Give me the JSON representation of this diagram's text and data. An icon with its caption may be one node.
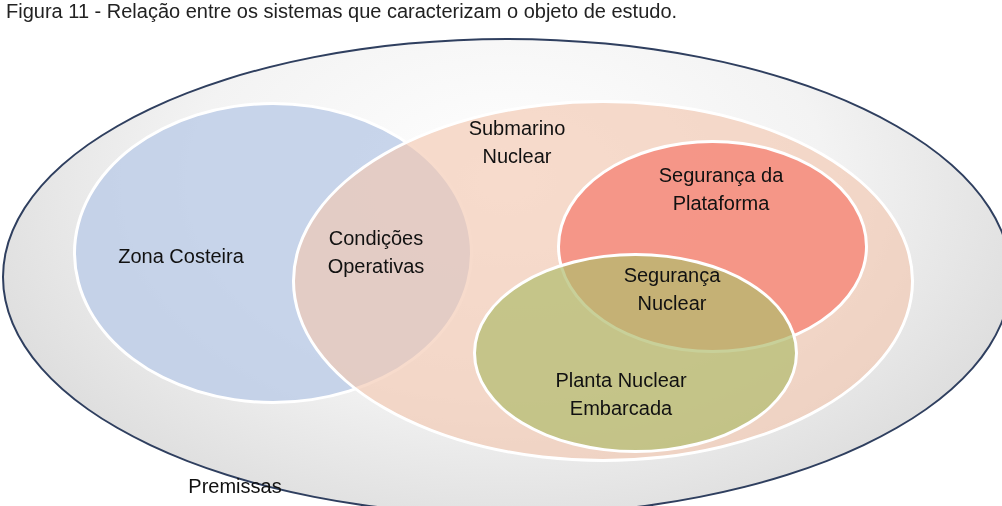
{
  "diagram": {
    "title": "Figura 11 - Relação entre os sistemas que caracterizam o objeto de estudo.",
    "nodes": [
      {
        "text": [
          "Premissas"
        ]
      },
      {
        "text": [
          "Zona Costeira"
        ],
        "in": 0
      },
      {
        "text": [
          "Submarino Nuclear"
        ],
        "in": 0
      },
      {
        "text": [
          "Segurança da Plataforma"
        ],
        "in": 2
      },
      {
        "text": [
          "Planta Nuclear Embarcada"
        ],
        "in": 2
      }
    ],
    "edges": [],
    "labels": [
      "Condições Operativas",
      "Segurança Nuclear"
    ]
  }
}
